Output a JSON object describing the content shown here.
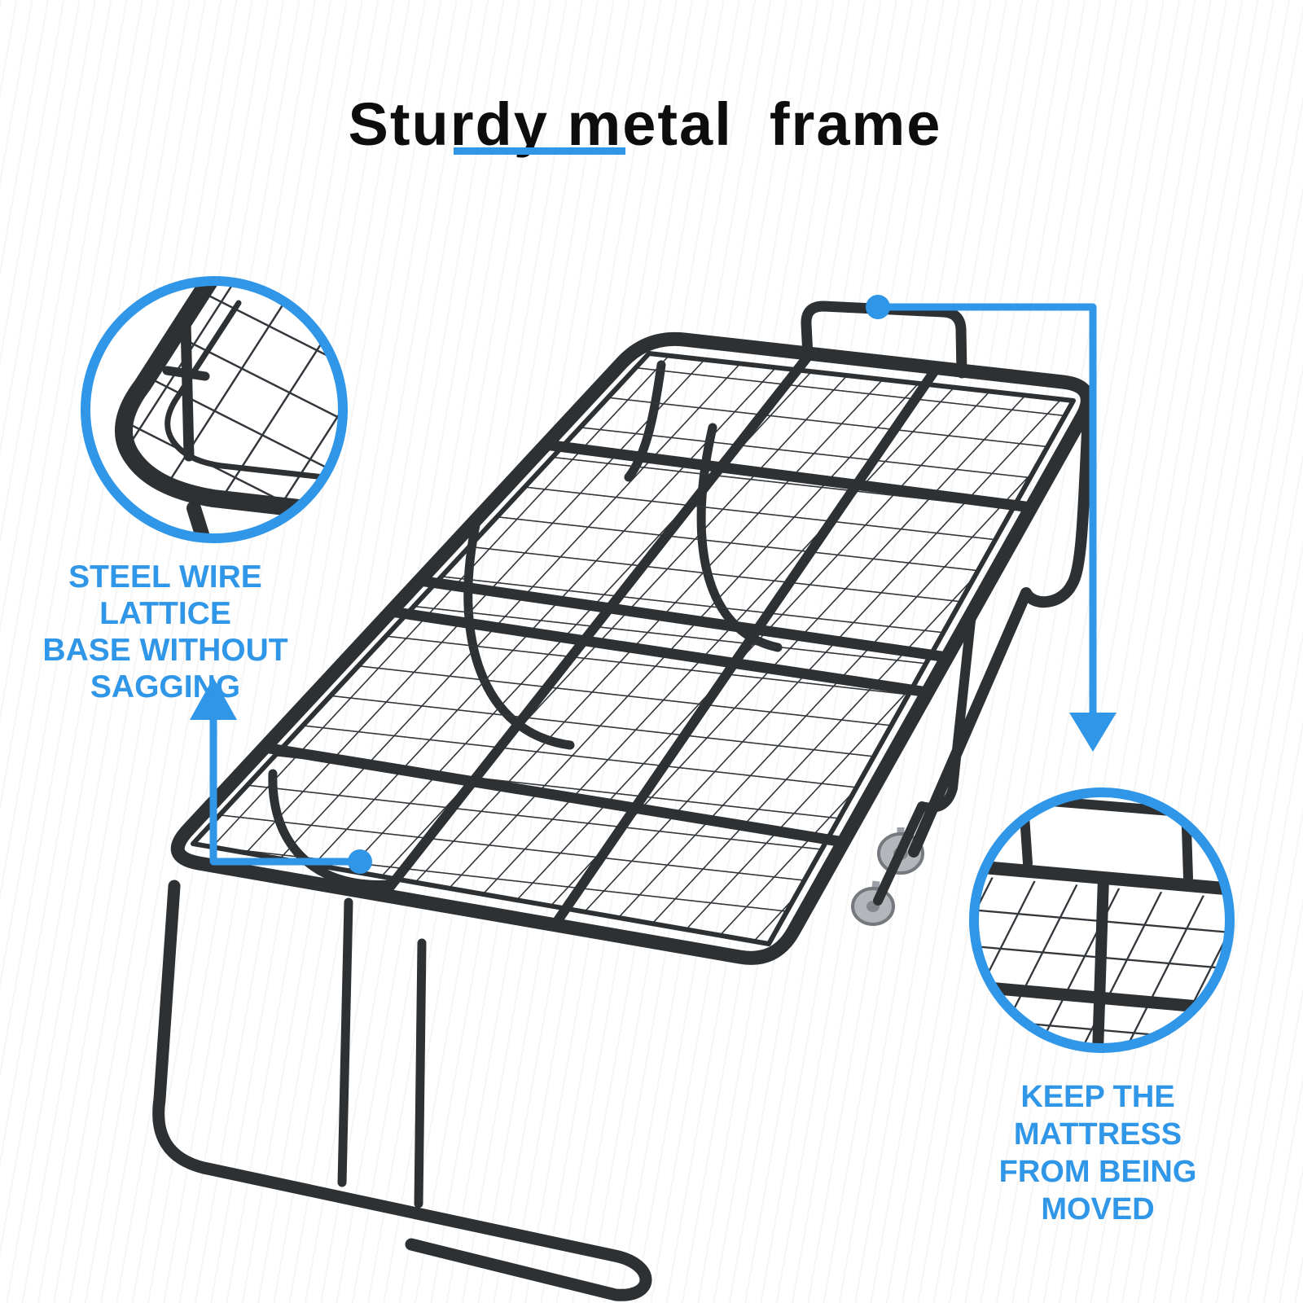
{
  "title": {
    "text": "Sturdy metal  frame"
  },
  "callouts": {
    "left": {
      "lines": [
        "STEEL WIRE LATTICE",
        "BASE WITHOUT",
        "SAGGING"
      ]
    },
    "right": {
      "lines": [
        "KEEP THE MATTRESS",
        "FROM BEING MOVED"
      ]
    }
  },
  "icons": {
    "left_marker": "dot-marker",
    "left_arrow": "arrow-up",
    "right_marker": "dot-marker",
    "right_arrow": "arrow-down",
    "left_zoom": "magnified-lattice-corner",
    "right_zoom": "magnified-mattress-handle"
  },
  "colors": {
    "accent": "#2f96e8",
    "titleColor": "#0d0d0d",
    "tube": "#2e3134",
    "wire": "#33373b",
    "wheel": "#b3b7bb",
    "wheelRim": "#75797d",
    "wheelHub": "#84888c"
  }
}
